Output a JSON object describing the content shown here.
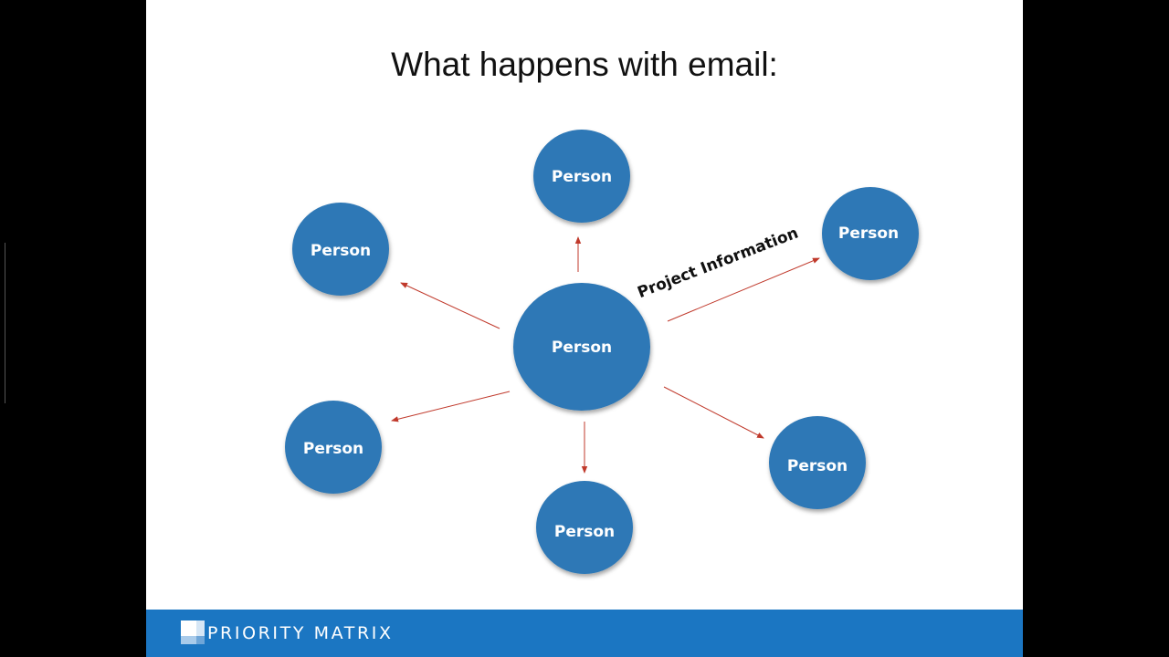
{
  "slide": {
    "title": "What happens with email:"
  },
  "diagram": {
    "center": {
      "label": "Person"
    },
    "nodes": [
      {
        "id": "top",
        "label": "Person"
      },
      {
        "id": "top-right",
        "label": "Person"
      },
      {
        "id": "top-left",
        "label": "Person"
      },
      {
        "id": "bottom-left",
        "label": "Person"
      },
      {
        "id": "bottom",
        "label": "Person"
      },
      {
        "id": "bottom-right",
        "label": "Person"
      }
    ],
    "edge_label": "Project Information",
    "colors": {
      "node_fill": "#2e78b6",
      "arrow": "#c0392b"
    }
  },
  "footer": {
    "brand": "PRIORITY MATRIX",
    "background": "#1b76c2"
  }
}
